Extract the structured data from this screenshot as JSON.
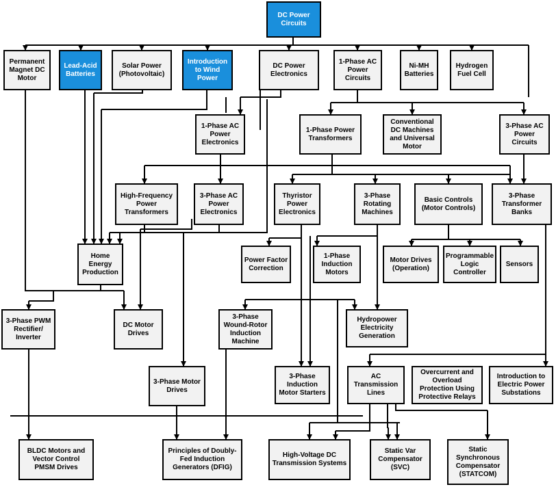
{
  "colors": {
    "highlight": "#1a8fdc",
    "box": "#f2f2f2",
    "line": "#000000"
  },
  "nodes": {
    "dc_power_circuits": "DC Power\nCircuits",
    "pm_dc_motor": "Permanent\nMagnet DC\nMotor",
    "lead_acid": "Lead-Acid\nBatteries",
    "solar": "Solar Power\n(Photovoltaic)",
    "wind": "Introduction\nto Wind\nPower",
    "dc_power_electronics": "DC Power\nElectronics",
    "ac1_circuits": "1-Phase AC\nPower\nCircuits",
    "nimh": "Ni-MH\nBatteries",
    "hydrogen": "Hydrogen\nFuel Cell",
    "ac1_pe": "1-Phase AC\nPower\nElectronics",
    "ac1_transformers": "1-Phase Power\nTransformers",
    "conv_dc": "Conventional\nDC Machines\nand Universal\nMotor",
    "ac3_circuits": "3-Phase AC\nPower\nCircuits",
    "hf_transformers": "High-Frequency\nPower\nTransformers",
    "ac3_pe": "3-Phase AC\nPower\nElectronics",
    "thyristor": "Thyristor\nPower\nElectronics",
    "rot3": "3-Phase\nRotating\nMachines",
    "basic_controls": "Basic Controls\n(Motor Controls)",
    "tr_banks": "3-Phase\nTransformer\nBanks",
    "home_energy": "Home\nEnergy\nProduction",
    "pfc": "Power Factor\nCorrection",
    "ind1": "1-Phase\nInduction\nMotors",
    "motor_drives_op": "Motor Drives\n(Operation)",
    "plc": "Programmable\nLogic\nController",
    "sensors": "Sensors",
    "pwm": "3-Phase PWM\nRectifier/\nInverter",
    "dc_drives": "DC Motor\nDrives",
    "wound_rotor": "3-Phase\nWound-Rotor\nInduction\nMachine",
    "hydropower": "Hydropower\nElectricity\nGeneration",
    "drives3": "3-Phase Motor\nDrives",
    "starters": "3-Phase\nInduction\nMotor Starters",
    "ac_tx": "AC\nTransmission\nLines",
    "overcurrent": "Overcurrent and\nOverload\nProtection Using\nProtective Relays",
    "substations": "Introduction to\nElectric Power\nSubstations",
    "bldc": "BLDC Motors and\nVector Control\nPMSM Drives",
    "dfig": "Principles of Doubly-\nFed Induction\nGenerators (DFIG)",
    "hvdc": "High-Voltage DC\nTransmission Systems",
    "svc": "Static Var\nCompensator\n(SVC)",
    "statcom": "Static\nSynchronous\nCompensator\n(STATCOM)"
  }
}
